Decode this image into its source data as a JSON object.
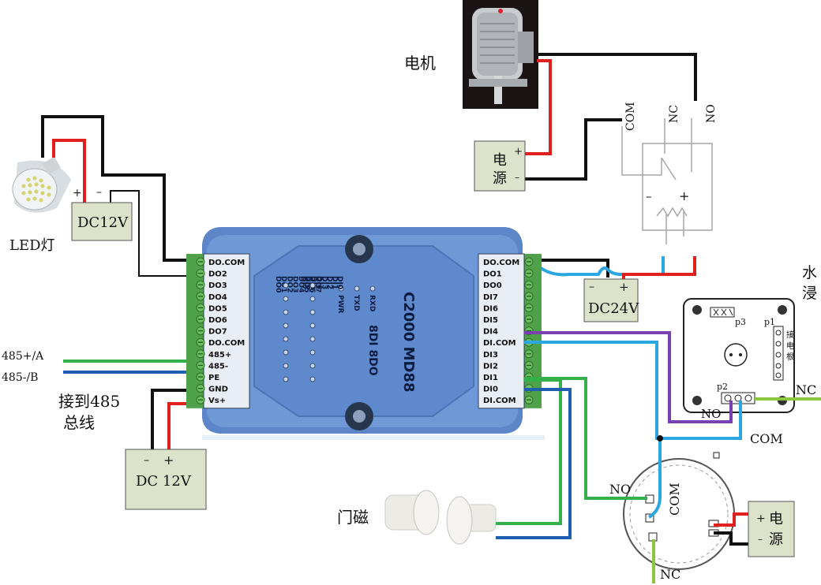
{
  "colors": {
    "module_body": "#5c86c8",
    "module_top": "#6f98d6",
    "terminal": "#4fa24a",
    "wire_black": "#111111",
    "wire_red": "#e0201e",
    "wire_blue": "#2aa6e0",
    "wire_green": "#33b04a",
    "wire_dark_blue": "#1e5fb0",
    "wire_purple": "#7a3fb0",
    "box_fill": "#dde3cb",
    "gray_line": "#a6a6a6"
  },
  "module": {
    "model": "C2000 MD88",
    "subtitle": "8DI 8DO",
    "status_leds": [
      "PWR",
      "TXD",
      "RXD"
    ],
    "do_led_labels": [
      "DO0",
      "DO1",
      "DO2",
      "DO3",
      "DO4",
      "DO5",
      "DO6",
      "DO7"
    ],
    "di_led_labels": [
      "DI7",
      "DI6",
      "DI5",
      "DI4",
      "DI3",
      "DI2",
      "DI1",
      "DI0"
    ],
    "left_terminals": [
      "DO.COM",
      "DO2",
      "DO3",
      "DO4",
      "DO5",
      "DO6",
      "DO7",
      "DO.COM",
      "485+",
      "485-",
      "PE",
      "GND",
      "Vs+"
    ],
    "right_terminals": [
      "DO.COM",
      "DO1",
      "DO0",
      "DI7",
      "DI6",
      "DI5",
      "DI4",
      "DI.COM",
      "DI3",
      "DI2",
      "DI1",
      "DI0",
      "DI.COM"
    ]
  },
  "labels": {
    "motor": "电机",
    "led_lamp": "LED灯",
    "dc12v_top": "DC12V",
    "plus": "+",
    "minus": "–",
    "power_cn_1": "电",
    "power_cn_2": "源",
    "relay_com": "COM",
    "relay_nc": "NC",
    "relay_no": "NO",
    "dc24v": "DC24V",
    "water": "水\n浸",
    "water_line1": "水",
    "water_line2": "浸",
    "p1": "p1",
    "p2": "p2",
    "p3": "p3",
    "jie": "接",
    "dian": "电",
    "gen": "根",
    "water_nc": "NC",
    "water_no": "NO",
    "water_com": "COM",
    "bus_a": "485+/A",
    "bus_b": "485-/B",
    "bus_note_1": "接到485",
    "bus_note_2": "总线",
    "dc12v_bottom": "DC  12V",
    "door": "门磁",
    "smoke_no": "NO",
    "smoke_com": "COM",
    "smoke_nc": "NC"
  }
}
